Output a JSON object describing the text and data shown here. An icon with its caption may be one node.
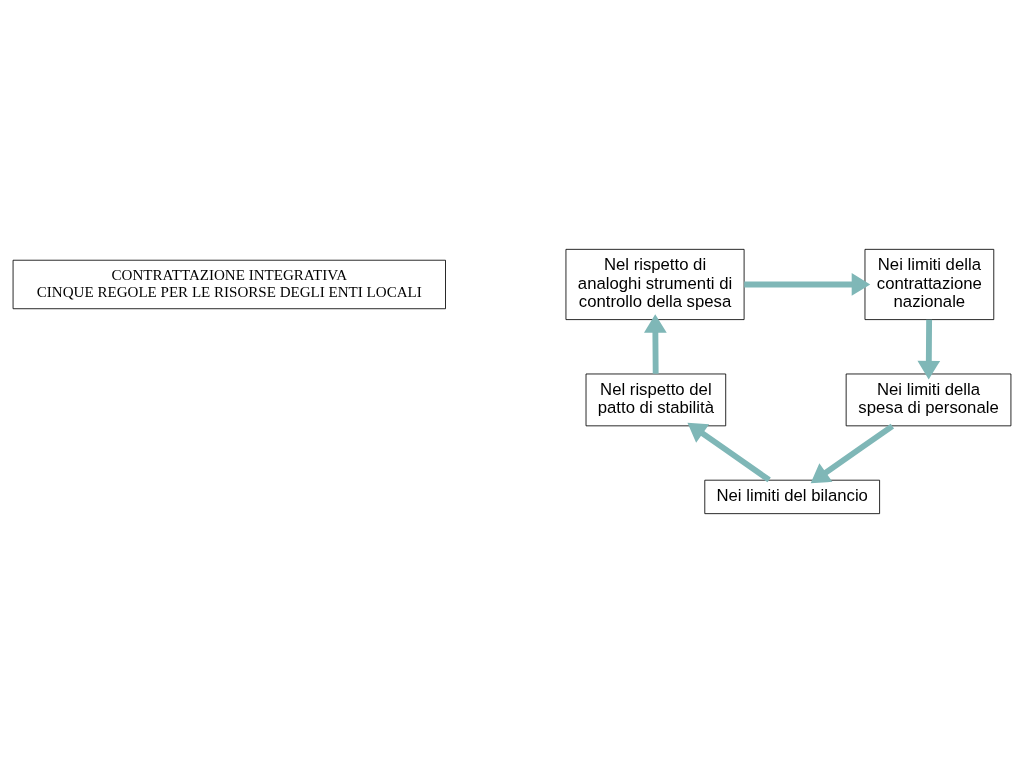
{
  "diagram": {
    "nodes": [
      {
        "text": [
          "CONTRATTAZIONE INTEGRATIVA",
          "CINQUE REGOLE PER LE RISORSE DEGLI ENTI LOCALI"
        ]
      },
      {
        "text": [
          "Nei limiti della contrattazione nazionale"
        ]
      },
      {
        "text": [
          "Nei limiti della spesa di personale"
        ]
      },
      {
        "text": [
          "Nei limiti del bilancio"
        ]
      },
      {
        "text": [
          "Nel rispetto del patto di stabilità"
        ]
      },
      {
        "text": [
          "Nel rispetto di analoghi strumenti di controllo della spesa"
        ]
      }
    ],
    "edges": [
      {
        "from": 1,
        "to": 2,
        "arrow": "to"
      },
      {
        "from": 2,
        "to": 3,
        "arrow": "to"
      },
      {
        "from": 3,
        "to": 4,
        "arrow": "to"
      },
      {
        "from": 4,
        "to": 5,
        "arrow": "to"
      },
      {
        "from": 5,
        "to": 1,
        "arrow": "to"
      }
    ]
  }
}
